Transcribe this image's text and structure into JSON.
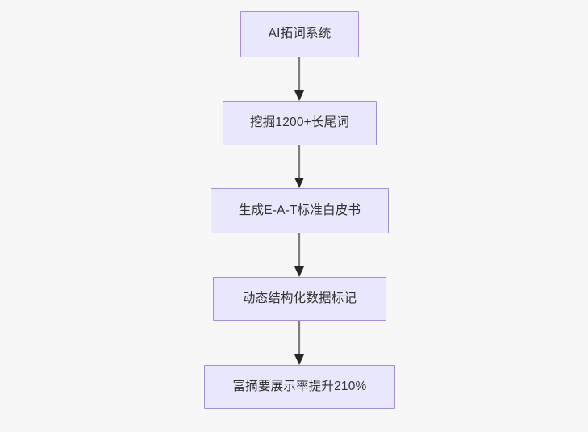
{
  "diagram": {
    "type": "flowchart",
    "orientation": "top-to-bottom",
    "background_color": "#f7f7f7",
    "node_fill_color": "#e9e7fb",
    "node_border_color": "#a68fd8",
    "node_text_color": "#333333",
    "edge_line_color": "#7d7d7d",
    "edge_arrow_color": "#262626",
    "nodes": [
      {
        "id": "node-1",
        "label": "AI拓词系统"
      },
      {
        "id": "node-2",
        "label": "挖掘1200+长尾词"
      },
      {
        "id": "node-3",
        "label": "生成E-A-T标准白皮书"
      },
      {
        "id": "node-4",
        "label": "动态结构化数据标记"
      },
      {
        "id": "node-5",
        "label": "富摘要展示率提升210%"
      }
    ],
    "edges": [
      {
        "id": "edge-1",
        "from": "node-1",
        "to": "node-2",
        "label": ""
      },
      {
        "id": "edge-2",
        "from": "node-2",
        "to": "node-3",
        "label": ""
      },
      {
        "id": "edge-3",
        "from": "node-3",
        "to": "node-4",
        "label": ""
      },
      {
        "id": "edge-4",
        "from": "node-4",
        "to": "node-5",
        "label": ""
      }
    ]
  }
}
